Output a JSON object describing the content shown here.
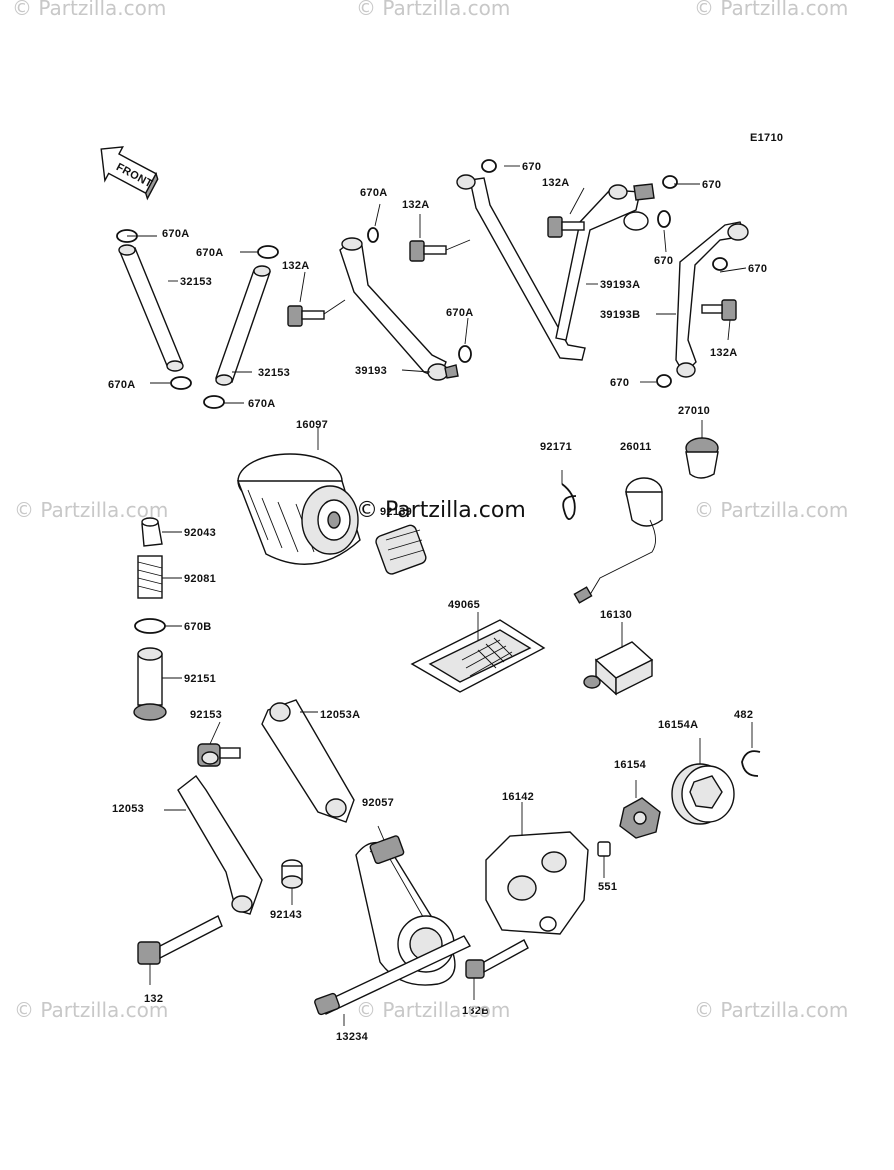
{
  "watermarks": {
    "text": "© Partzilla.com",
    "center": "© Partzilla.com"
  },
  "diagram_code": "E1710",
  "front_label": "FRONT",
  "parts": {
    "p670A_a": "670A",
    "p670A_b": "670A",
    "p670A_c": "670A",
    "p670A_d": "670A",
    "p670A_e": "670A",
    "p670A_f": "670A",
    "p32153_a": "32153",
    "p32153_b": "32153",
    "p132A_a": "132A",
    "p132A_b": "132A",
    "p132A_c": "132A",
    "p132A_d": "132A",
    "p39193": "39193",
    "p670_a": "670",
    "p670_b": "670",
    "p670_c": "670",
    "p670_d": "670",
    "p670_e": "670",
    "p39193A": "39193A",
    "p39193B": "39193B",
    "p16097": "16097",
    "p92171": "92171",
    "p26011": "26011",
    "p27010": "27010",
    "p92043": "92043",
    "p92081": "92081",
    "p670B": "670B",
    "p92151": "92151",
    "p92153": "92153",
    "p12053A": "12053A",
    "p49065": "49065",
    "p16130": "16130",
    "p482": "482",
    "p16154A": "16154A",
    "p16154": "16154",
    "p12053": "12053",
    "p92057": "92057",
    "p16142": "16142",
    "p92143": "92143",
    "p551": "551",
    "p132": "132",
    "p132B": "132B",
    "p13234": "13234",
    "p92139": "92139"
  }
}
